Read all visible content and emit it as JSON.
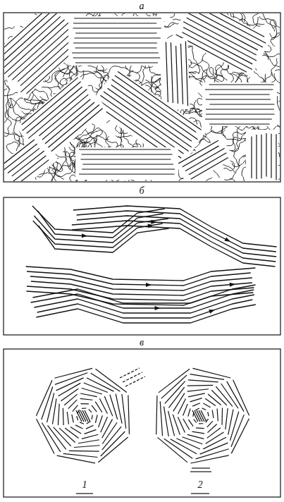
{
  "diagram": {
    "labels": [
      "а",
      "б",
      "в",
      "1",
      "2"
    ]
  }
}
